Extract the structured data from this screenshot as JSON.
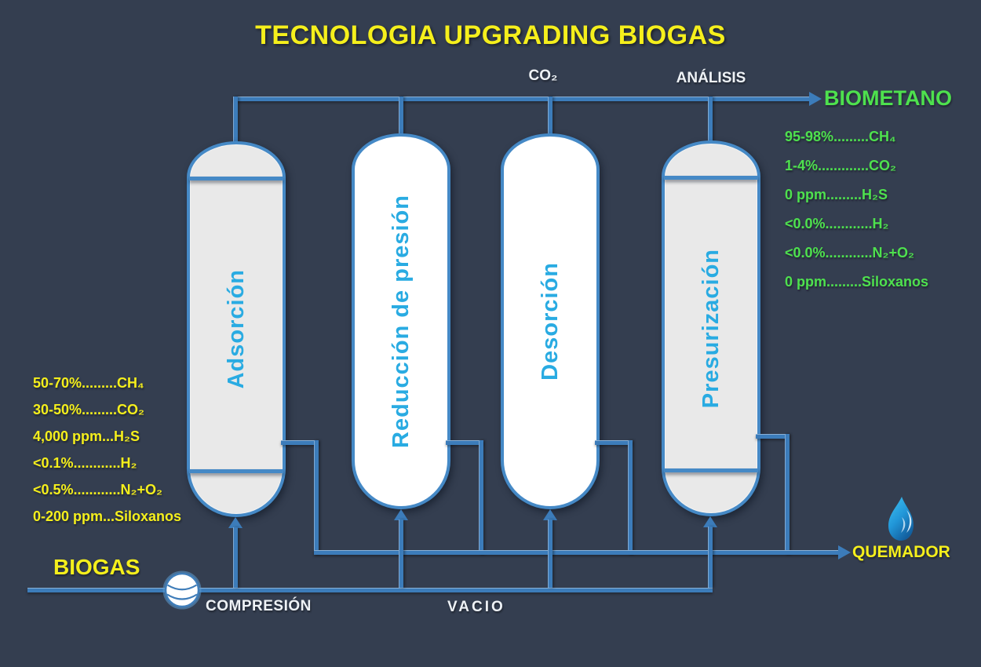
{
  "title": "TECNOLOGIA UPGRADING BIOGAS",
  "streams": {
    "co2": "CO₂",
    "analisis": "ANÁLISIS",
    "biometano": "BIOMETANO",
    "biogas": "BIOGAS",
    "compresion": "COMPRESIÓN",
    "vacio": "VACIO",
    "quemador": "QUEMADOR"
  },
  "columns": [
    {
      "label": "Adsorción"
    },
    {
      "label": "Reducción de presión"
    },
    {
      "label": "Desorción"
    },
    {
      "label": "Presurización"
    }
  ],
  "biogas_composition": {
    "items": [
      "50-70%.........CH₄",
      "30-50%.........CO₂",
      "4,000 ppm...H₂S",
      "<0.1%............H₂",
      "<0.5%............N₂+O₂",
      "0-200 ppm...Siloxanos"
    ]
  },
  "biometano_composition": {
    "items": [
      "95-98%.........CH₄",
      "1-4%.............CO₂",
      "0 ppm.........H₂S",
      "<0.0%............H₂",
      "<0.0%............N₂+O₂",
      "0 ppm.........Siloxanos"
    ]
  },
  "icons": {
    "compressor": "compressor-icon",
    "flame": "flame-icon",
    "arrows": "flow-arrow-icons"
  },
  "colors": {
    "background": "#343e50",
    "yellow": "#f5ef1c",
    "green": "#4ee14e",
    "column_text_cyan": "#29abe2",
    "pipe_blue": "#3c7cba",
    "vessel_border": "#4589c6",
    "vessel_gray": "#e9e9e9",
    "vessel_white": "#ffffff",
    "white_text": "#eef2f6"
  }
}
